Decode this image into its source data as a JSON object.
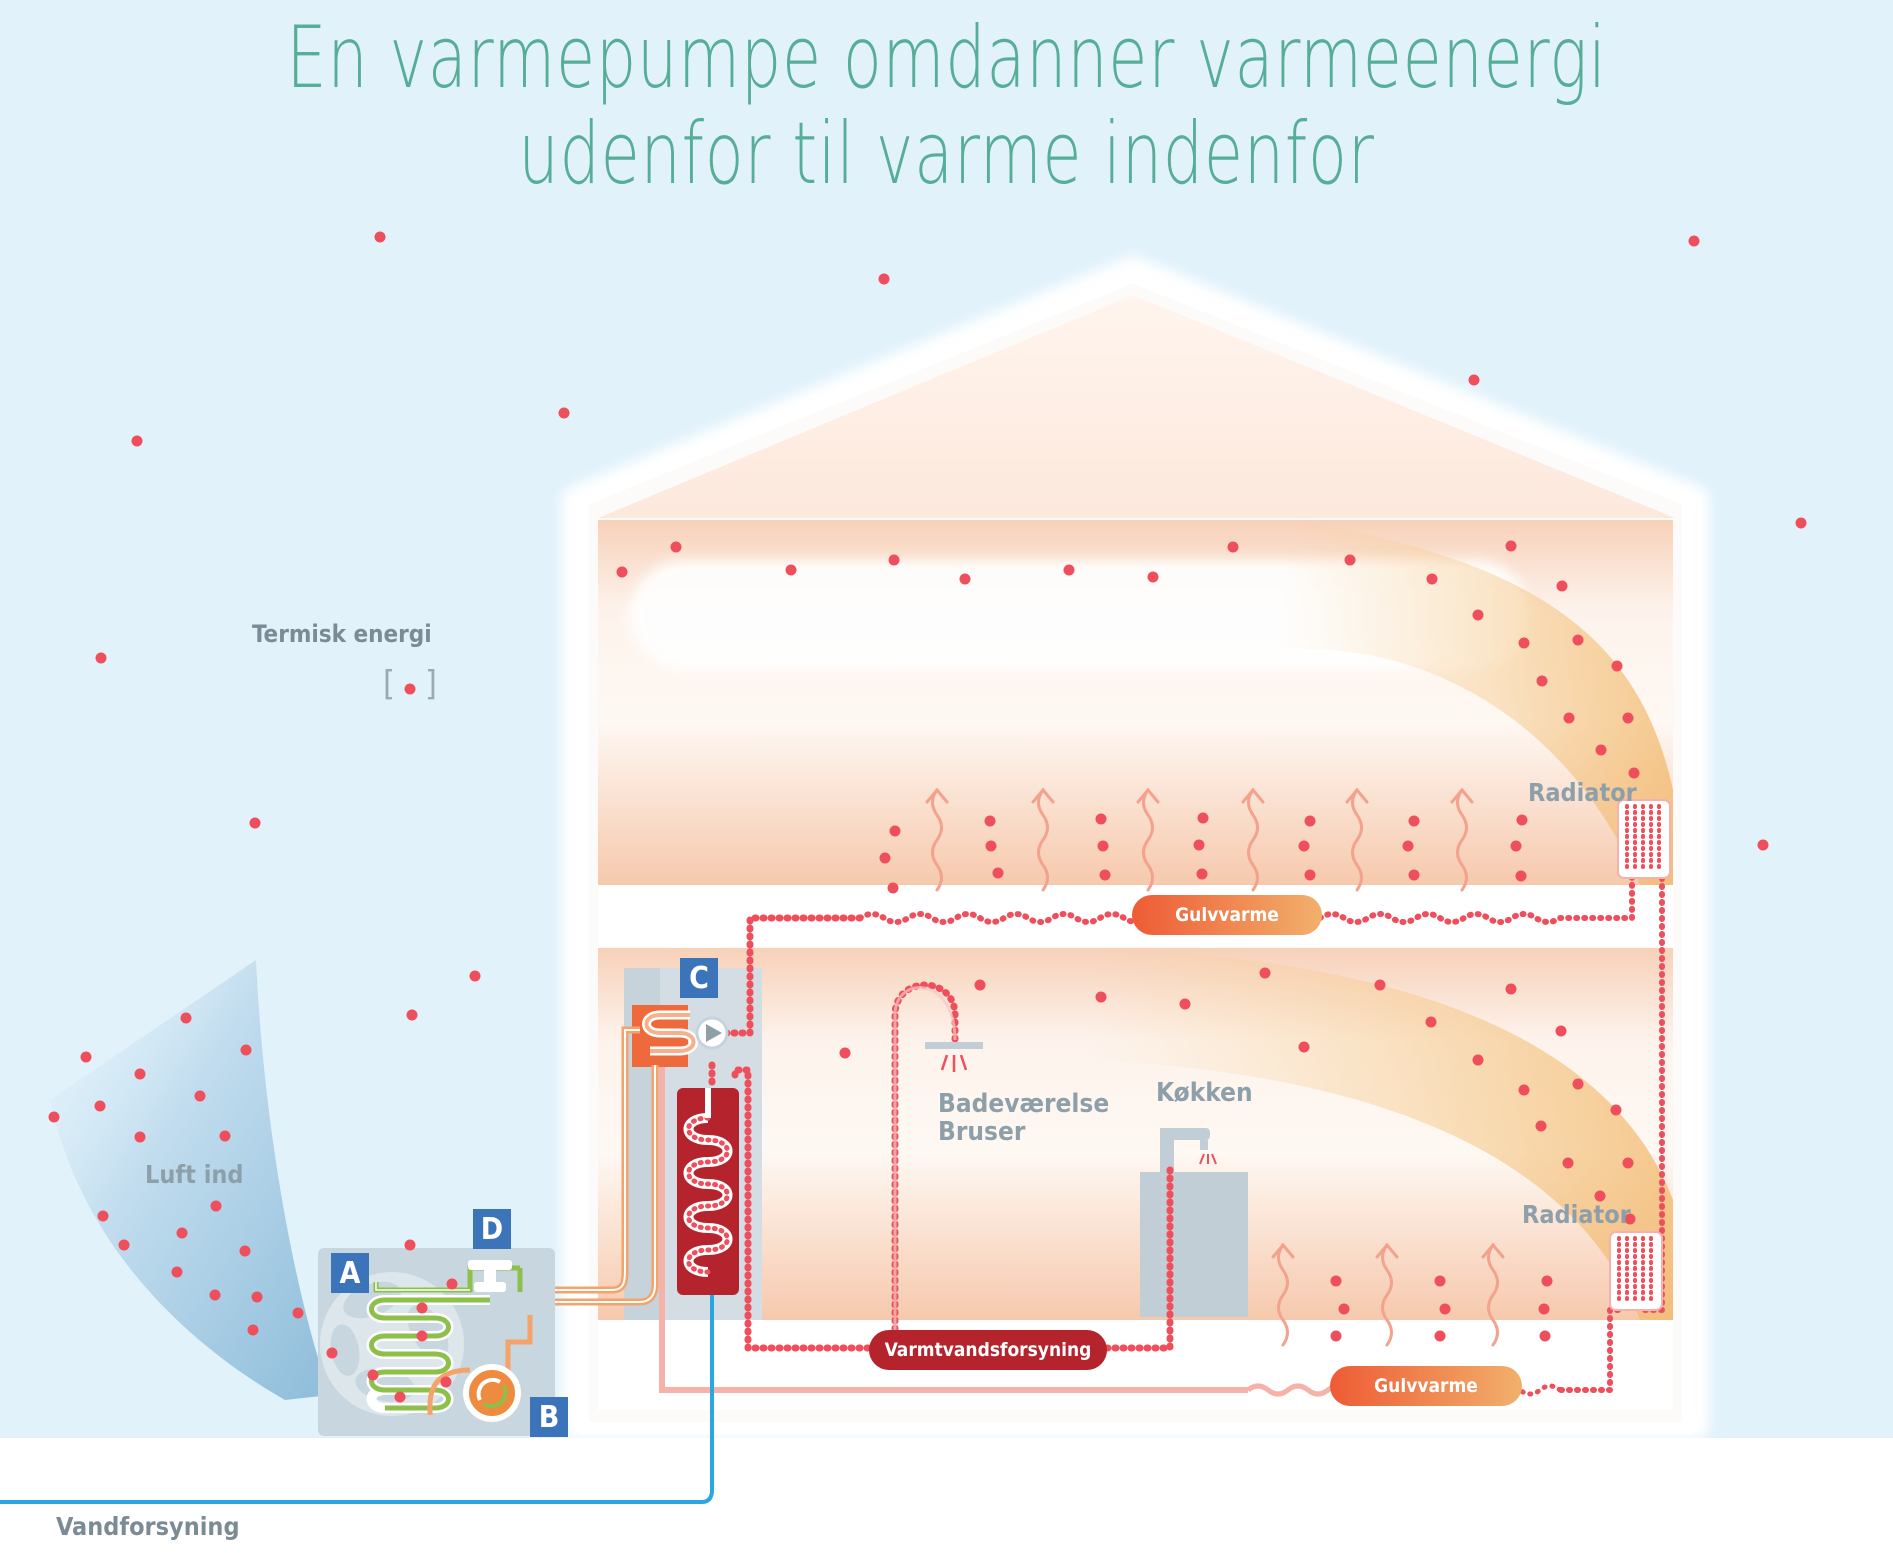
{
  "title": {
    "line1": "En varmepumpe omdanner varmeenergi",
    "line2": "udenfor til varme indenfor"
  },
  "legend": {
    "label": "Termisk energi",
    "symbol_bracket_left": "[",
    "symbol_bracket_right": "]"
  },
  "labels": {
    "air_in": "Luft ind",
    "water_supply": "Vandforsyning",
    "bathroom_line1": "Badeværelse",
    "bathroom_line2": "Bruser",
    "kitchen": "Køkken",
    "radiator_upper": "Radiator",
    "radiator_lower": "Radiator"
  },
  "pills": {
    "floor_heating_upper": "Gulvvarme",
    "hot_water_supply": "Varmtvandsforsyning",
    "floor_heating_lower": "Gulvvarme"
  },
  "badges": {
    "a": "A",
    "b": "B",
    "c": "C",
    "d": "D"
  },
  "colors": {
    "sky": "#e1f2fb",
    "title": "#56ad98",
    "energy_dot": "#ef4f5c",
    "badge": "#3c74ba",
    "hot_water": "#b5232c",
    "floor_heating": "#ee6a3c",
    "water_pipe": "#2aa6e0",
    "coolant": "#8dc04a"
  },
  "icons": [
    "fan-icon",
    "compressor-icon",
    "expansion-valve-icon",
    "pump-icon",
    "shower-head-icon",
    "faucet-icon",
    "heat-wave-arrow-icon",
    "radiator-icon"
  ]
}
